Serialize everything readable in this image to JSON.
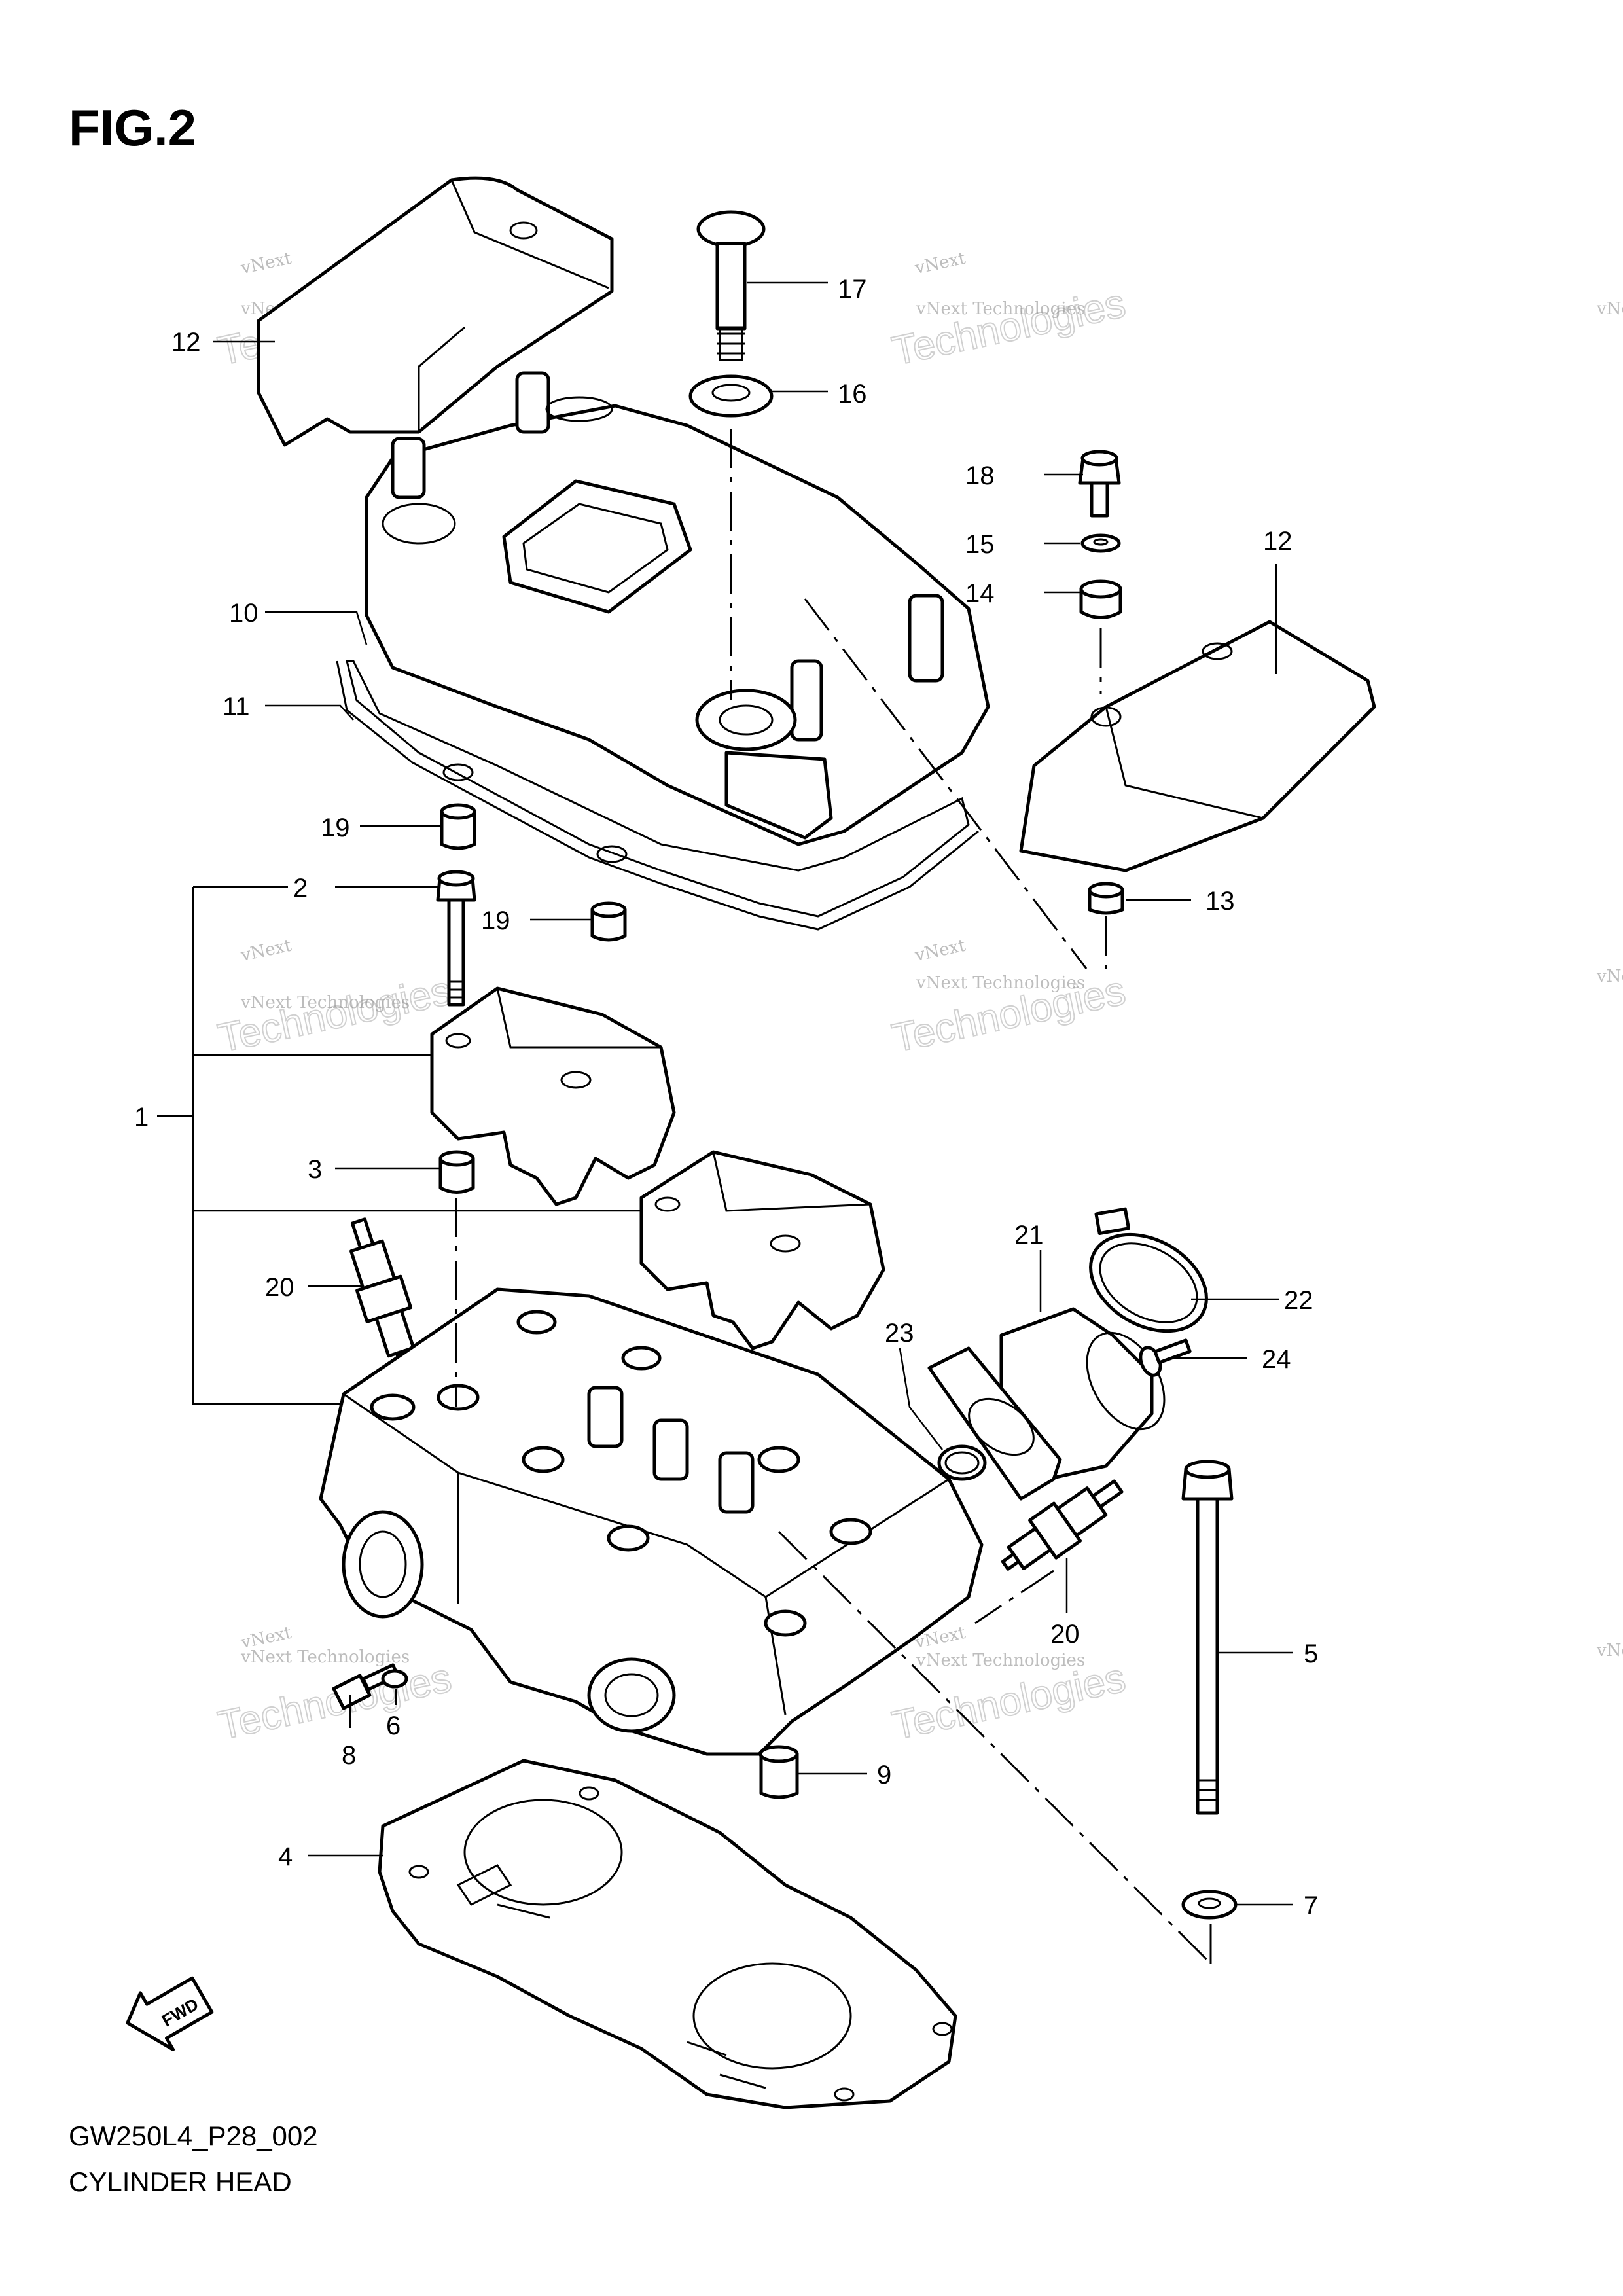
{
  "figure": {
    "title": "FIG.2"
  },
  "caption": {
    "code": "GW250L4_P28_002",
    "name": "CYLINDER HEAD"
  },
  "fwd_label": "FWD",
  "watermark": {
    "line1": "vNext Technologies",
    "line2": "Technologies",
    "line_small": "vNext"
  },
  "callouts": {
    "c1": "1",
    "c2": "2",
    "c3": "3",
    "c4": "4",
    "c5": "5",
    "c6": "6",
    "c7": "7",
    "c8": "8",
    "c9": "9",
    "c10": "10",
    "c11": "11",
    "c12a": "12",
    "c12b": "12",
    "c13": "13",
    "c14": "14",
    "c15": "15",
    "c16": "16",
    "c17": "17",
    "c18": "18",
    "c19a": "19",
    "c19b": "19",
    "c20a": "20",
    "c20b": "20",
    "c21": "21",
    "c22": "22",
    "c23": "23",
    "c24": "24"
  }
}
